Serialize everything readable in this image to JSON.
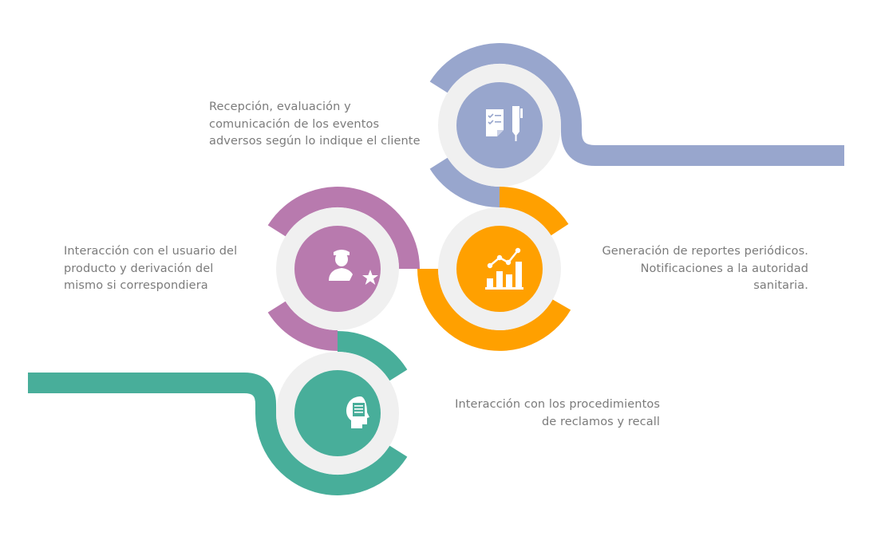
{
  "colors": {
    "blue": "#98a6cd",
    "orange": "#ffa000",
    "purple": "#b87aae",
    "teal": "#48ae9a",
    "ring": "#f0f0f0",
    "text": "#7b7b7b"
  },
  "steps": [
    {
      "id": "reception",
      "icon": "checklist-pen-icon",
      "lines": [
        "Recepción, evaluación y",
        "comunicación de los eventos",
        "adversos según lo indique el cliente"
      ]
    },
    {
      "id": "reports",
      "icon": "chart-growth-icon",
      "lines": [
        "Generación de reportes periódicos.",
        "Notificaciones  a la autoridad",
        "sanitaria."
      ]
    },
    {
      "id": "user",
      "icon": "user-star-icon",
      "lines": [
        "Interacción con el usuario del",
        "producto y derivación del",
        "mismo si correspondiera"
      ]
    },
    {
      "id": "complaints",
      "icon": "head-document-icon",
      "lines": [
        "Interacción con los procedimientos",
        "de reclamos y recall"
      ]
    }
  ]
}
